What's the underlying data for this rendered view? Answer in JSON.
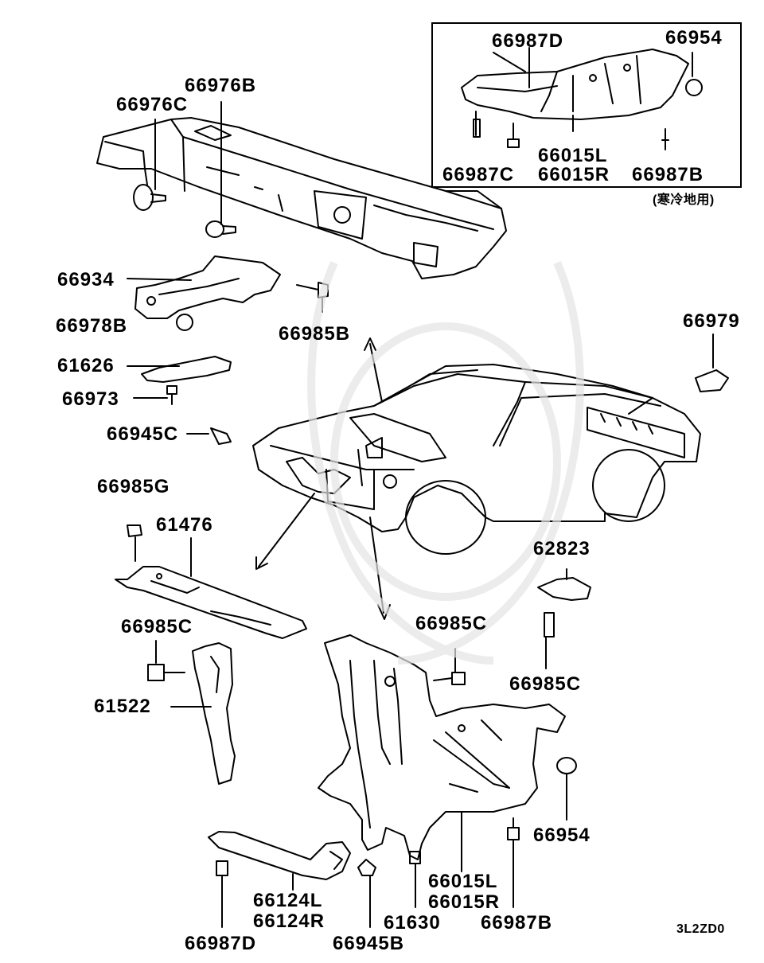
{
  "inset": {
    "note": "(寒冷地用)",
    "labels": {
      "p66987D_top": "66987D",
      "p66954_top": "66954",
      "p66015L_top": "66015L",
      "p66015R_top": "66015R",
      "p66987C_top": "66987C",
      "p66987B_top": "66987B"
    }
  },
  "labels": {
    "p66976B": "66976B",
    "p66976C": "66976C",
    "p66934": "66934",
    "p66978B": "66978B",
    "p66985B": "66985B",
    "p61626": "61626",
    "p66973": "66973",
    "p66945C": "66945C",
    "p66979": "66979",
    "p66985G": "66985G",
    "p61476": "61476",
    "p62823": "62823",
    "p66985C_left": "66985C",
    "p66985C_mid": "66985C",
    "p66985C_right": "66985C",
    "p61522": "61522",
    "p66954": "66954",
    "p66015L": "66015L",
    "p66015R": "66015R",
    "p66124L": "66124L",
    "p66124R": "66124R",
    "p61630": "61630",
    "p66987B": "66987B",
    "p66987D": "66987D",
    "p66945B": "66945B"
  },
  "diagram_code": "3L2ZD0"
}
